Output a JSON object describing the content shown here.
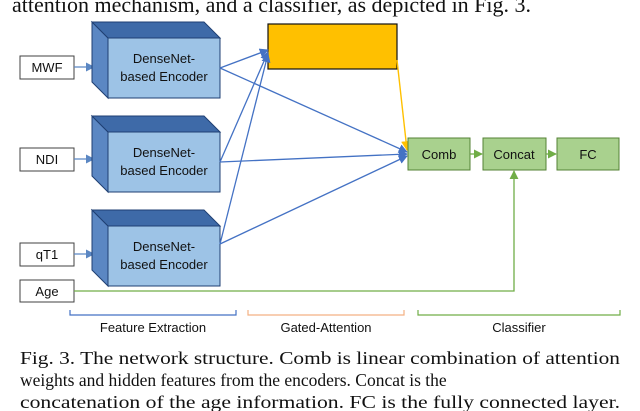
{
  "header_text": "attention mechanism, and a classifier, as depicted in Fig. 3.",
  "inputs": {
    "mwf": "MWF",
    "ndi": "NDI",
    "qt1": "qT1",
    "age": "Age"
  },
  "encoders": [
    {
      "line1": "DenseNet-",
      "line2": "based Encoder"
    },
    {
      "line1": "DenseNet-",
      "line2": "based Encoder"
    },
    {
      "line1": "DenseNet-",
      "line2": "based Encoder"
    }
  ],
  "blocks": {
    "comb": "Comb",
    "concat": "Concat",
    "fc": "FC"
  },
  "sections": {
    "feature_extraction": "Feature Extraction",
    "gated_attention": "Gated-Attention",
    "classifier": "Classifier"
  },
  "caption": {
    "line1": "Fig. 3. The network structure. Comb is linear combination of attention",
    "line2": "weights and hidden features from the encoders. Concat is the",
    "line3": "concatenation of the age information. FC is the fully connected layer."
  },
  "colors": {
    "encoder_front": "#9dc3e6",
    "encoder_side": "#5b87c3",
    "encoder_top": "#3e6aa8",
    "attention_fill": "#ffc000",
    "block_fill": "#a9d18e",
    "blue_arrow": "#4472c4",
    "gold_arrow": "#ffc000",
    "green_arrow": "#70ad47",
    "gray_arrow": "#7f7f7f",
    "gold_bracket": "#f4b183"
  }
}
